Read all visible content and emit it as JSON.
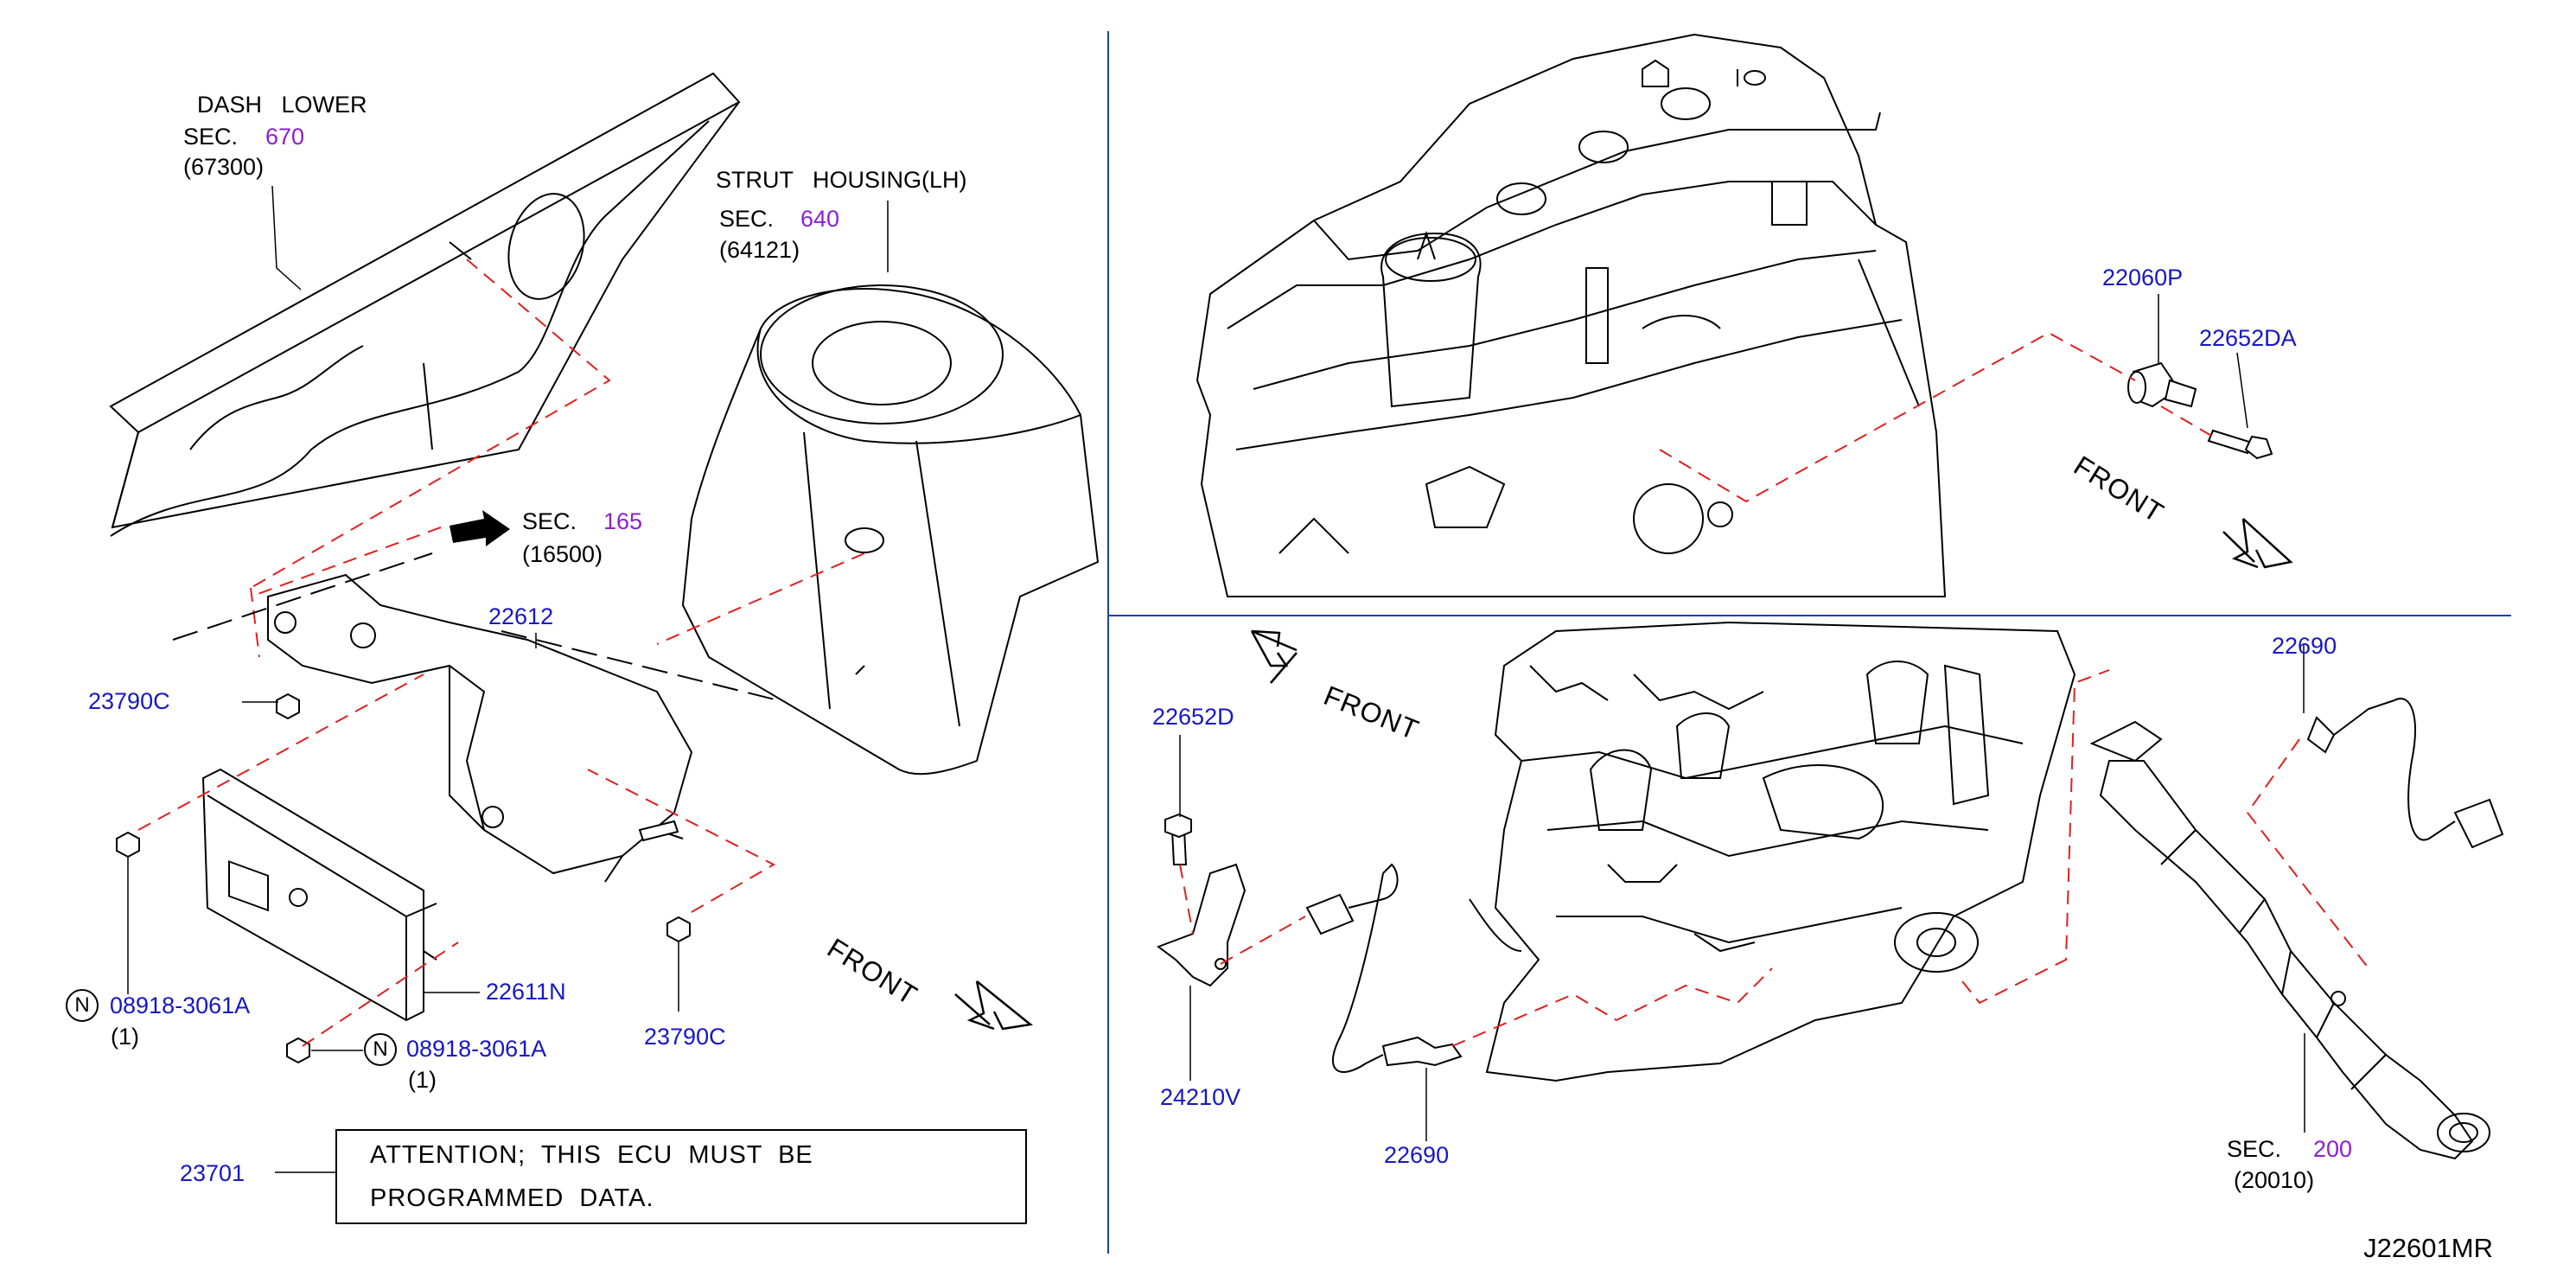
{
  "colors": {
    "part_number": "#1616c8",
    "section_number": "#8a1fd6",
    "leader_dashed": "#e02020",
    "divider": "#1e3fb0"
  },
  "panel_left": {
    "dash_lower": {
      "name": "DASH   LOWER",
      "sec_prefix": "SEC.",
      "sec_num": "670",
      "paren": "(67300)"
    },
    "strut_housing": {
      "name": "STRUT   HOUSING(LH)",
      "sec_prefix": "SEC.",
      "sec_num": "640",
      "paren": "(64121)"
    },
    "sec_165": {
      "sec_prefix": "SEC.",
      "sec_num": "165",
      "paren": "(16500)"
    },
    "parts": {
      "p22612": "22612",
      "p23790c_top": "23790C",
      "p23790c_bottom": "23790C",
      "p22611n": "22611N",
      "p08918_left": "08918-3061A",
      "p08918_left_qty": "(1)",
      "p08918_right": "08918-3061A",
      "p08918_right_qty": "(1)",
      "p23701": "23701",
      "n_mark": "N"
    },
    "front": "FRONT",
    "attention_line1": "ATTENTION;  THIS  ECU  MUST  BE",
    "attention_line2": "PROGRAMMED  DATA."
  },
  "panel_top_right": {
    "parts": {
      "p22060p": "22060P",
      "p22652da": "22652DA"
    },
    "front": "FRONT"
  },
  "panel_bottom_right": {
    "parts": {
      "p22652d": "22652D",
      "p24210v": "24210V",
      "p22690_bottom": "22690",
      "p22690_top": "22690"
    },
    "front": "FRONT",
    "sec_200": {
      "sec_prefix": "SEC.",
      "sec_num": "200",
      "paren": "(20010)"
    }
  },
  "diagram_code": "J22601MR"
}
